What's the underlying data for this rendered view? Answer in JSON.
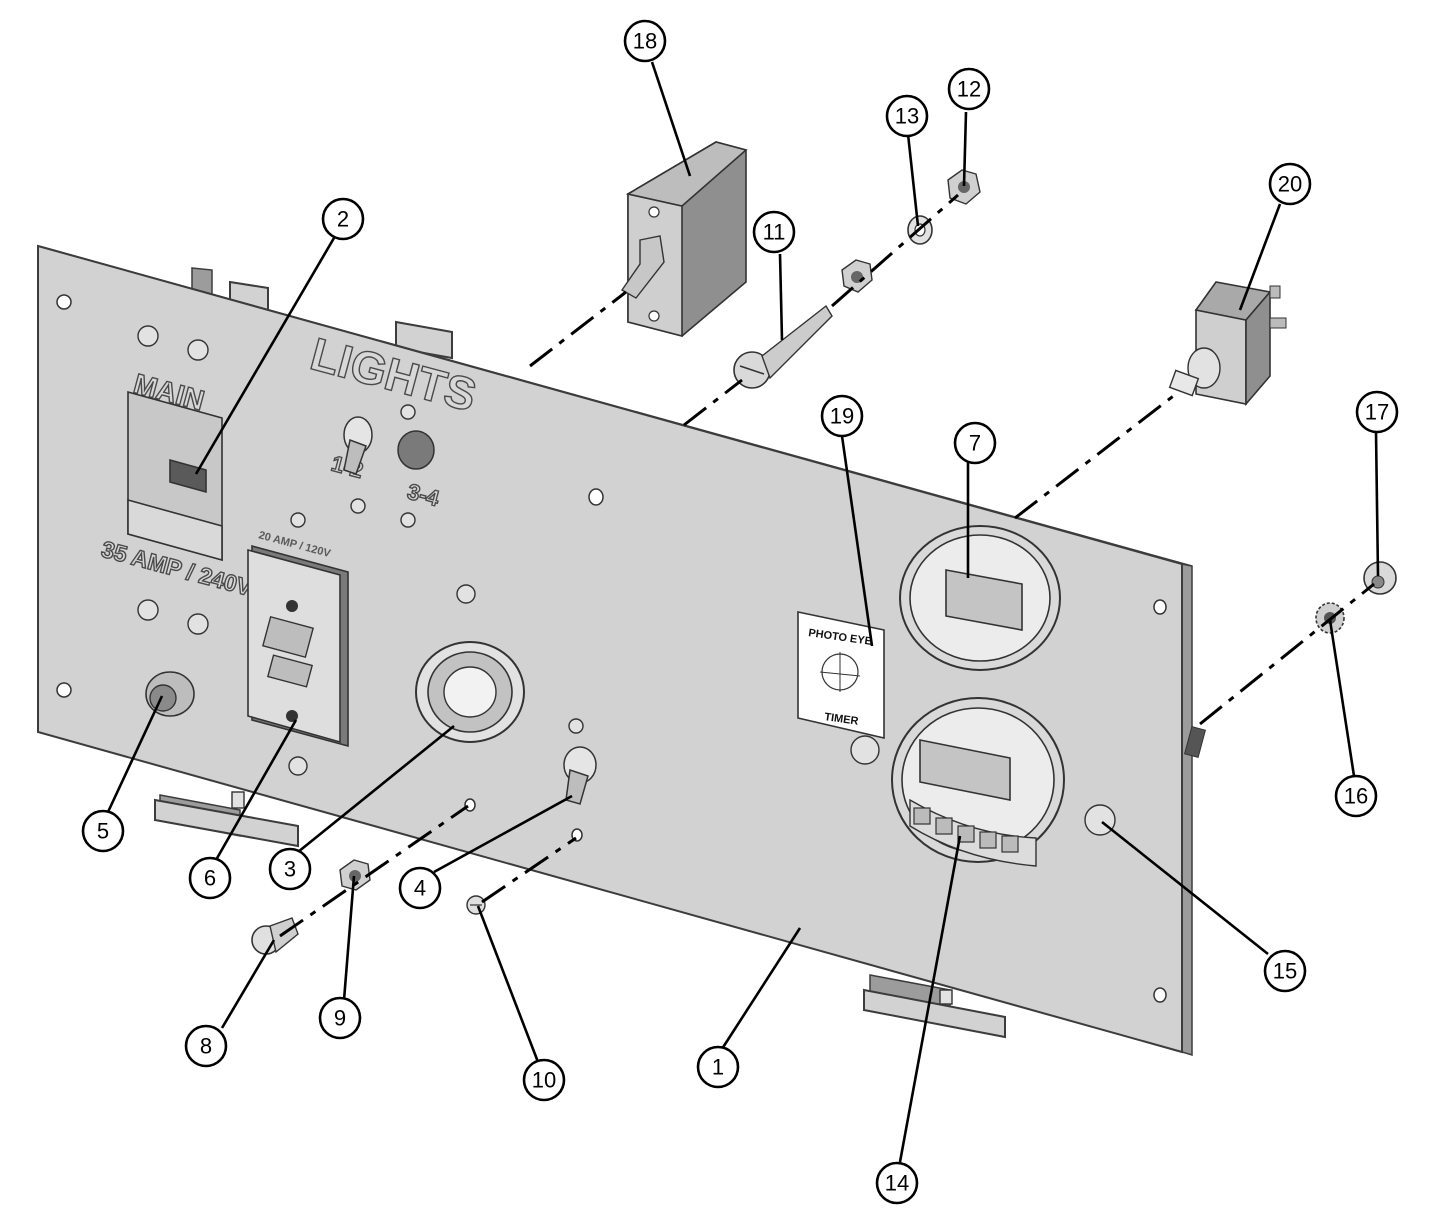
{
  "panel_text": {
    "main": "MAIN",
    "lights": "LIGHTS",
    "circuit_1_2": "1-2",
    "circuit_3_4": "3-4",
    "breaker_rating": "35 AMP / 240V",
    "outlet_rating": "20 AMP / 120V"
  },
  "decal": {
    "top": "PHOTO EYE",
    "bottom": "TIMER"
  },
  "callouts": [
    {
      "id": "c1",
      "label": "1"
    },
    {
      "id": "c2",
      "label": "2"
    },
    {
      "id": "c3",
      "label": "3"
    },
    {
      "id": "c4",
      "label": "4"
    },
    {
      "id": "c5",
      "label": "5"
    },
    {
      "id": "c6",
      "label": "6"
    },
    {
      "id": "c7",
      "label": "7"
    },
    {
      "id": "c8",
      "label": "8"
    },
    {
      "id": "c9",
      "label": "9"
    },
    {
      "id": "c10",
      "label": "10"
    },
    {
      "id": "c11",
      "label": "11"
    },
    {
      "id": "c12",
      "label": "12"
    },
    {
      "id": "c13",
      "label": "13"
    },
    {
      "id": "c14",
      "label": "14"
    },
    {
      "id": "c15",
      "label": "15"
    },
    {
      "id": "c16",
      "label": "16"
    },
    {
      "id": "c17",
      "label": "17"
    },
    {
      "id": "c18",
      "label": "18"
    },
    {
      "id": "c19",
      "label": "19"
    },
    {
      "id": "c20",
      "label": "20"
    }
  ],
  "colors": {
    "panel": "#d2d2d2",
    "line": "#000000",
    "background": "#ffffff"
  }
}
